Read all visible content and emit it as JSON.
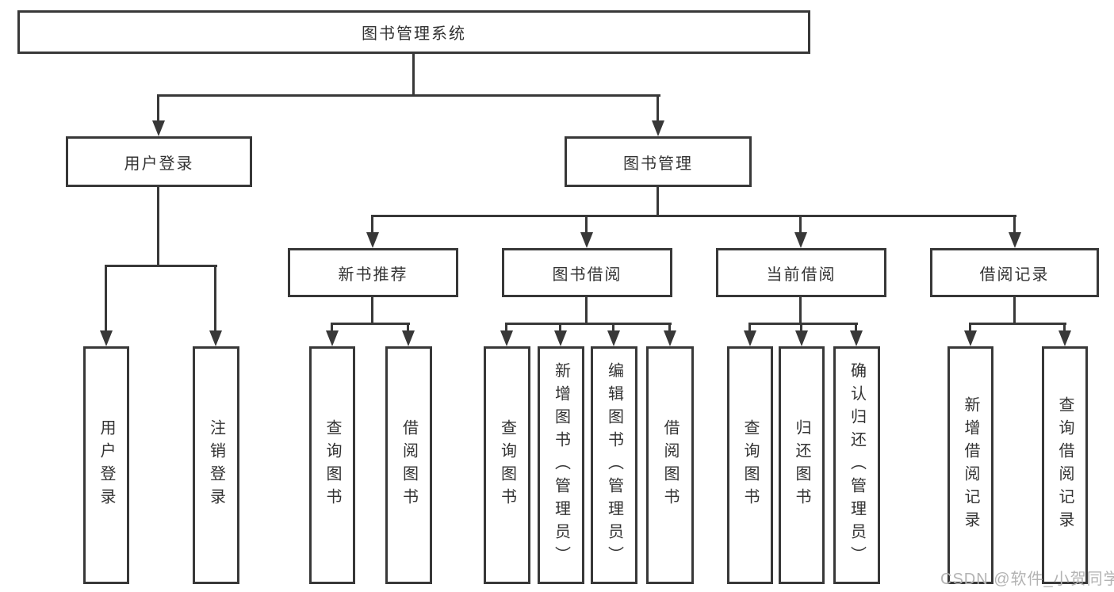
{
  "diagram": {
    "root": {
      "label": "图书管理系统"
    },
    "branches": [
      {
        "label": "用户登录",
        "children": [
          {
            "label": "用户登录"
          },
          {
            "label": "注销登录"
          }
        ]
      },
      {
        "label": "图书管理",
        "children": [
          {
            "label": "新书推荐",
            "children": [
              {
                "label": "查询图书"
              },
              {
                "label": "借阅图书"
              }
            ]
          },
          {
            "label": "图书借阅",
            "children": [
              {
                "label": "查询图书"
              },
              {
                "label": "新增图书（管理员）"
              },
              {
                "label": "编辑图书（管理员）"
              },
              {
                "label": "借阅图书"
              }
            ]
          },
          {
            "label": "当前借阅",
            "children": [
              {
                "label": "查询图书"
              },
              {
                "label": "归还图书"
              },
              {
                "label": "确认归还（管理员）"
              }
            ]
          },
          {
            "label": "借阅记录",
            "children": [
              {
                "label": "新增借阅记录"
              },
              {
                "label": "查询借阅记录"
              }
            ]
          }
        ]
      }
    ]
  },
  "watermark": {
    "text": "CSDN @软件_小贺同学"
  },
  "colors": {
    "line": "#383838",
    "text": "#333333",
    "box_bg": "#ffffff",
    "background": "#ffffff",
    "watermark": "#b3b3b3"
  }
}
